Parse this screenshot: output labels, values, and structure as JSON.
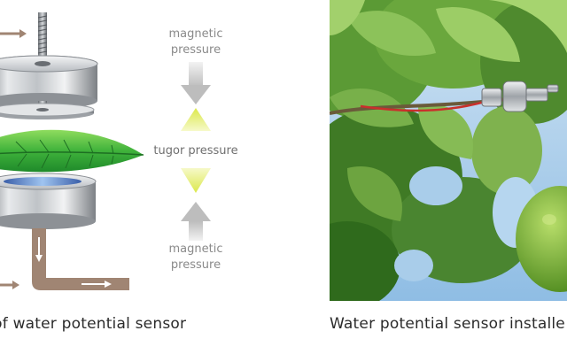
{
  "diagram": {
    "top_label_line1": "magnetic",
    "top_label_line2": "pressure",
    "middle_label": "tugor pressure",
    "bottom_label_line1": "magnetic",
    "bottom_label_line2": "pressure"
  },
  "captions": {
    "left": "ple of water potential sensor",
    "right": "Water potential sensor installe"
  },
  "colors": {
    "leaf": "#3aa83a",
    "leaf_light": "#7fd35a",
    "magnet": "#c9cdd1",
    "arrow_gray": "#c8c8c8",
    "arrow_yellow": "#e6ef6a",
    "tube": "#a08573",
    "sky": "#a9cdea",
    "foliage": "#4f8a2e"
  },
  "icons": {
    "bolt": "bolt-icon",
    "magnet_top": "magnet-icon",
    "magnet_bottom": "magnet-icon",
    "arrow_down": "arrow-down-icon",
    "arrow_up": "arrow-up-icon",
    "sensor": "sensor-probe-icon"
  }
}
